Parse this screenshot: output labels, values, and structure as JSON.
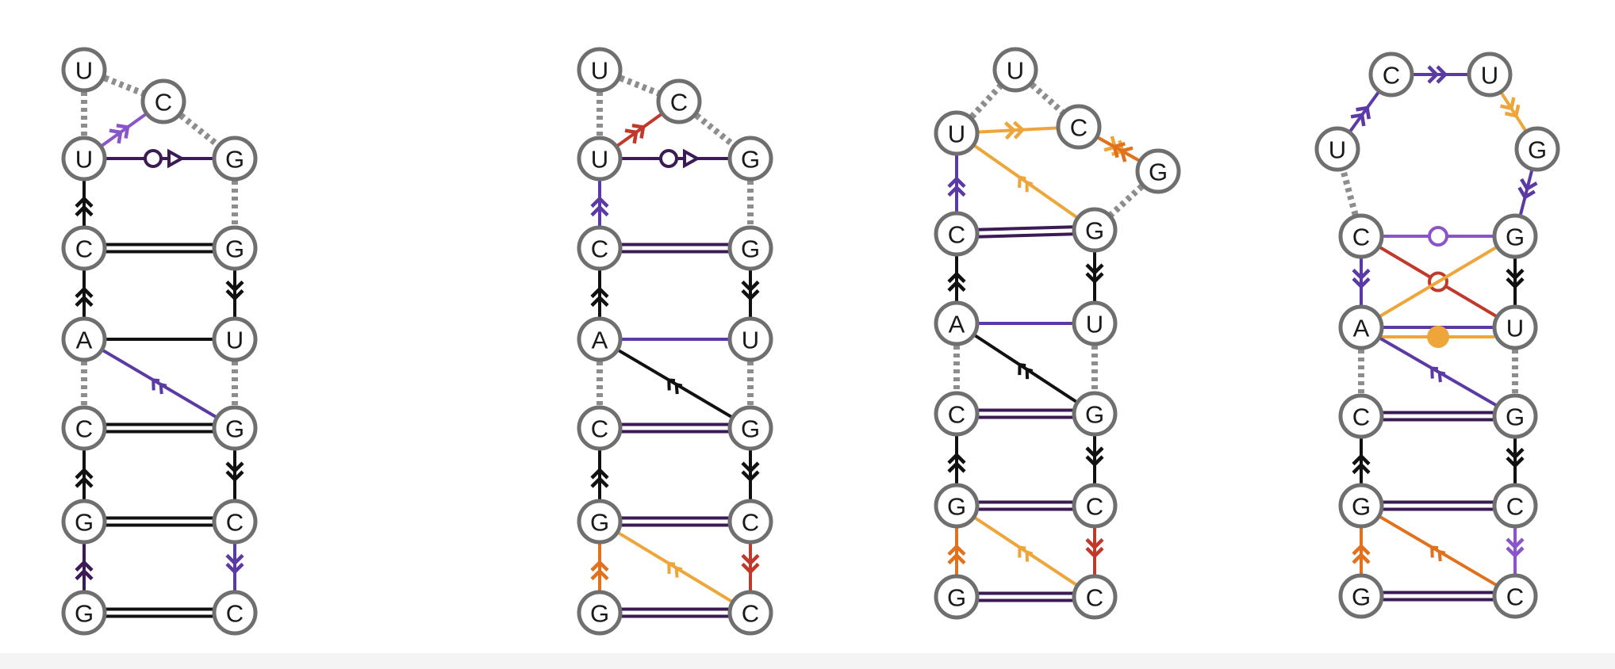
{
  "colors": {
    "black": "#111111",
    "dark_purple": "#3b1a55",
    "purple": "#5b3aa6",
    "violet": "#8a55c8",
    "red": "#c0392b",
    "orange": "#e2711d",
    "amber": "#eea63a",
    "gray_dotted": "#8d8d8d",
    "node_stroke": "#6f6f6f"
  },
  "panels": [
    {
      "name": "panel-1",
      "nucleotides": [
        {
          "id": "U1",
          "label": "U"
        },
        {
          "id": "C1",
          "label": "C"
        },
        {
          "id": "U2",
          "label": "U"
        },
        {
          "id": "G1",
          "label": "G"
        },
        {
          "id": "C2",
          "label": "C"
        },
        {
          "id": "G2",
          "label": "G"
        },
        {
          "id": "A1",
          "label": "A"
        },
        {
          "id": "U3",
          "label": "U"
        },
        {
          "id": "C3",
          "label": "C"
        },
        {
          "id": "G3",
          "label": "G"
        },
        {
          "id": "G4",
          "label": "G"
        },
        {
          "id": "C4",
          "label": "C"
        },
        {
          "id": "G5",
          "label": "G"
        },
        {
          "id": "C5",
          "label": "C"
        }
      ]
    },
    {
      "name": "panel-2",
      "nucleotides": [
        {
          "id": "U1",
          "label": "U"
        },
        {
          "id": "C1",
          "label": "C"
        },
        {
          "id": "U2",
          "label": "U"
        },
        {
          "id": "G1",
          "label": "G"
        },
        {
          "id": "C2",
          "label": "C"
        },
        {
          "id": "G2",
          "label": "G"
        },
        {
          "id": "A1",
          "label": "A"
        },
        {
          "id": "U3",
          "label": "U"
        },
        {
          "id": "C3",
          "label": "C"
        },
        {
          "id": "G3",
          "label": "G"
        },
        {
          "id": "G4",
          "label": "G"
        },
        {
          "id": "C4",
          "label": "C"
        },
        {
          "id": "G5",
          "label": "G"
        },
        {
          "id": "C5",
          "label": "C"
        }
      ]
    },
    {
      "name": "panel-3",
      "nucleotides": [
        {
          "id": "U1",
          "label": "U"
        },
        {
          "id": "U2",
          "label": "U"
        },
        {
          "id": "C1",
          "label": "C"
        },
        {
          "id": "G1",
          "label": "G"
        },
        {
          "id": "C2",
          "label": "C"
        },
        {
          "id": "G2",
          "label": "G"
        },
        {
          "id": "A1",
          "label": "A"
        },
        {
          "id": "U3",
          "label": "U"
        },
        {
          "id": "C3",
          "label": "C"
        },
        {
          "id": "G3",
          "label": "G"
        },
        {
          "id": "G4",
          "label": "G"
        },
        {
          "id": "C4",
          "label": "C"
        },
        {
          "id": "G5",
          "label": "G"
        },
        {
          "id": "C5",
          "label": "C"
        }
      ]
    },
    {
      "name": "panel-4",
      "nucleotides": [
        {
          "id": "U1",
          "label": "U"
        },
        {
          "id": "C1",
          "label": "C"
        },
        {
          "id": "U2",
          "label": "U"
        },
        {
          "id": "G1",
          "label": "G"
        },
        {
          "id": "C2",
          "label": "C"
        },
        {
          "id": "G2",
          "label": "G"
        },
        {
          "id": "A1",
          "label": "A"
        },
        {
          "id": "U3",
          "label": "U"
        },
        {
          "id": "C3",
          "label": "C"
        },
        {
          "id": "G3",
          "label": "G"
        },
        {
          "id": "G4",
          "label": "G"
        },
        {
          "id": "C4",
          "label": "C"
        },
        {
          "id": "G5",
          "label": "G"
        },
        {
          "id": "C5",
          "label": "C"
        }
      ]
    }
  ]
}
